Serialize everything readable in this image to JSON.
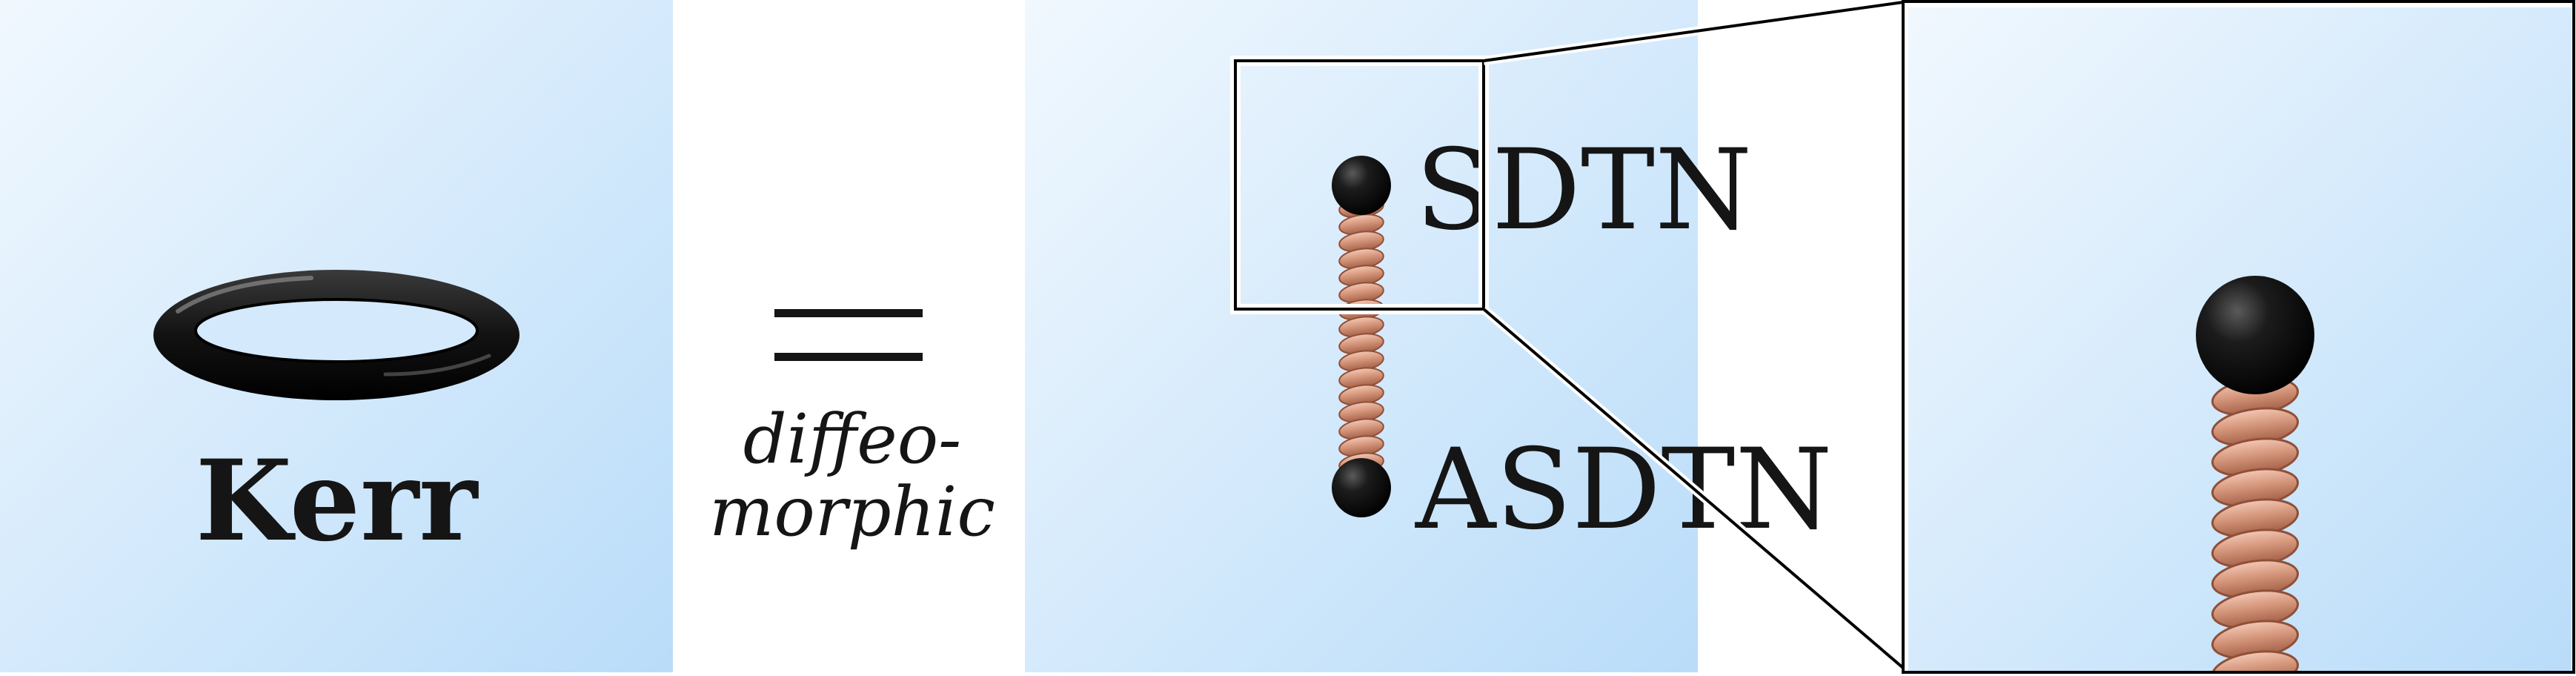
{
  "panels": {
    "kerr": {
      "label": "Kerr"
    },
    "equivalence": {
      "symbol": "=",
      "caption_line1": "diffeo-",
      "caption_line2": "morphic"
    },
    "solution": {
      "top_label": "SDTN",
      "bottom_label": "ASDTN"
    }
  },
  "colors": {
    "panel_light": "#f1f8fe",
    "panel_dark": "#b9dcf9",
    "ring": "#161616",
    "nut": "#0a0a0a",
    "spring": "#c98c72",
    "text": "#151515"
  },
  "icons": {
    "ring": "kerr-ring-icon",
    "nut": "nut-ball-icon",
    "string": "spring-icon"
  }
}
